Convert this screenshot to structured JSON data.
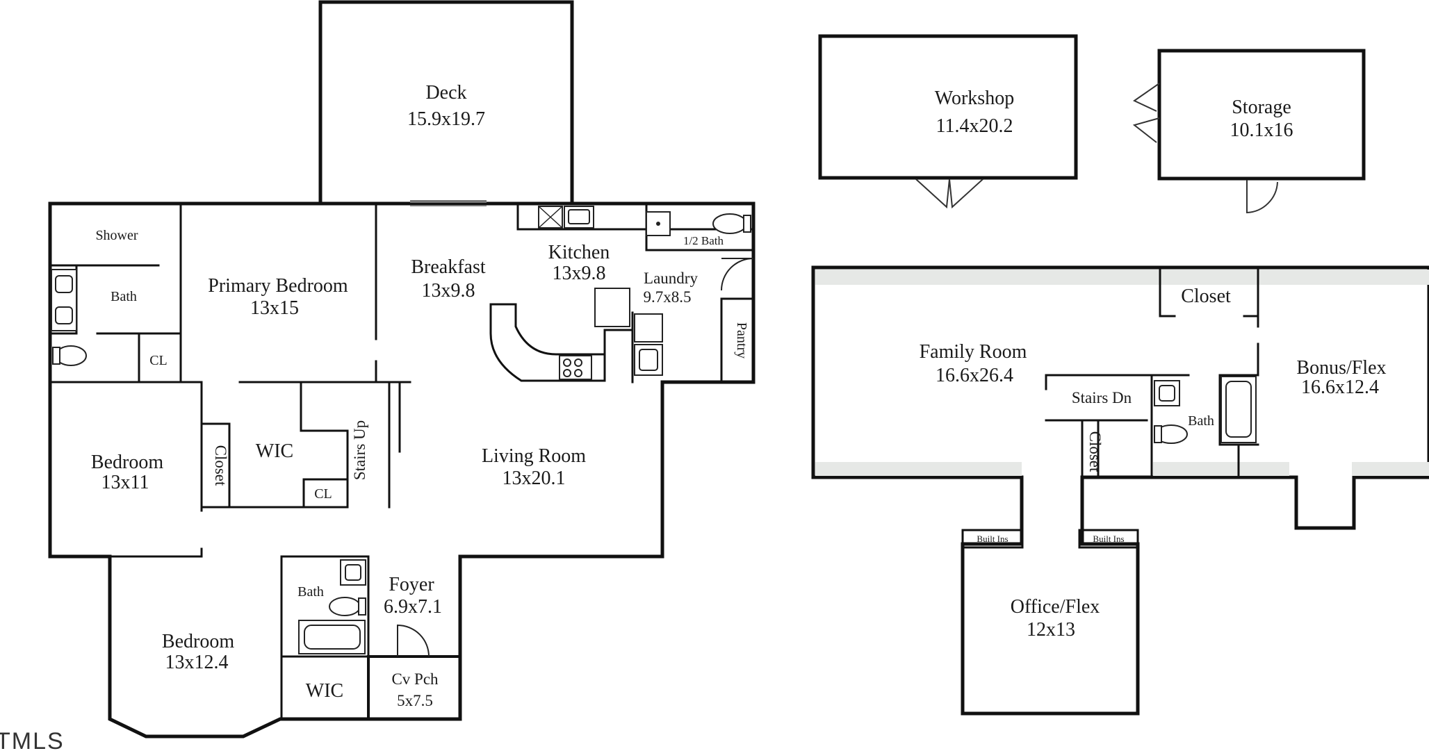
{
  "rooms": {
    "deck": {
      "name": "Deck",
      "dims": "15.9x19.7"
    },
    "shower": {
      "name": "Shower"
    },
    "primary_bath": {
      "name": "Bath"
    },
    "primary_bedroom": {
      "name": "Primary Bedroom",
      "dims": "13x15"
    },
    "cl_primary": {
      "name": "CL"
    },
    "breakfast": {
      "name": "Breakfast",
      "dims": "13x9.8"
    },
    "kitchen": {
      "name": "Kitchen",
      "dims": "13x9.8"
    },
    "half_bath": {
      "name": "1/2 Bath"
    },
    "laundry": {
      "name": "Laundry",
      "dims": "9.7x8.5"
    },
    "pantry": {
      "name": "Pantry"
    },
    "bedroom1": {
      "name": "Bedroom",
      "dims": "13x11"
    },
    "closet_b1": {
      "name": "Closet"
    },
    "wic1": {
      "name": "WIC"
    },
    "cl_wic": {
      "name": "CL"
    },
    "stairs_up": {
      "name": "Stairs Up"
    },
    "living_room": {
      "name": "Living Room",
      "dims": "13x20.1"
    },
    "bedroom2": {
      "name": "Bedroom",
      "dims": "13x12.4"
    },
    "hall_bath": {
      "name": "Bath"
    },
    "wic2": {
      "name": "WIC"
    },
    "foyer": {
      "name": "Foyer",
      "dims": "6.9x7.1"
    },
    "cv_pch": {
      "name": "Cv Pch",
      "dims": "5x7.5"
    },
    "workshop": {
      "name": "Workshop",
      "dims": "11.4x20.2"
    },
    "storage": {
      "name": "Storage",
      "dims": "10.1x16"
    },
    "closet_upper": {
      "name": "Closet"
    },
    "family_room": {
      "name": "Family Room",
      "dims": "16.6x26.4"
    },
    "stairs_dn": {
      "name": "Stairs Dn"
    },
    "closet_stairs": {
      "name": "Closet"
    },
    "upper_bath": {
      "name": "Bath"
    },
    "bonus_flex": {
      "name": "Bonus/Flex",
      "dims": "16.6x12.4"
    },
    "built_ins_left": {
      "name": "Built Ins"
    },
    "built_ins_right": {
      "name": "Built Ins"
    },
    "office_flex": {
      "name": "Office/Flex",
      "dims": "12x13"
    }
  },
  "logo": {
    "text": "TMLS"
  },
  "colors": {
    "deck_fill": "#d9d9dc",
    "outbuilding_fill": "#eceaf6",
    "porch_fill": "#ece3dd",
    "room_fill": "#f5f5f4",
    "wall": "#111111"
  }
}
